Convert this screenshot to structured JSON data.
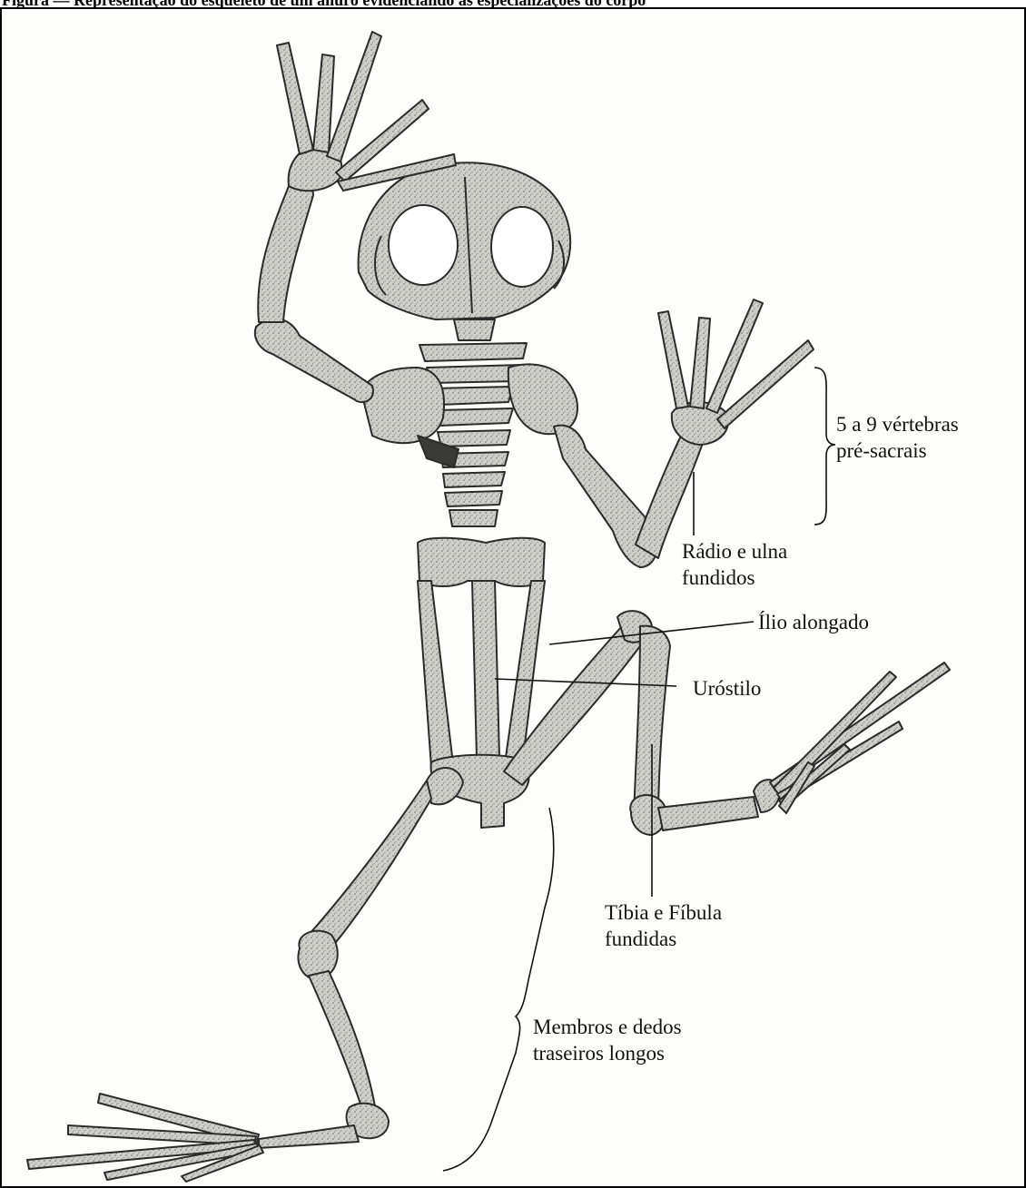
{
  "caption": "Figura — Representação do esqueleto de um anuro evidenciando as especializações do corpo",
  "labels": {
    "vertebras": [
      "5 a 9 vértebras",
      "pré-sacrais"
    ],
    "radio_ulna": [
      "Rádio e ulna",
      "fundidos"
    ],
    "ilio": "Ílio alongado",
    "urostilo": "Uróstilo",
    "tibia_fibula": [
      "Tíbia e Fíbula",
      "fundidas"
    ],
    "membros": [
      "Membros e dedos",
      "traseiros longos"
    ]
  },
  "colors": {
    "bone_fill": "#c9c9c4",
    "bone_stroke": "#2b2b2b",
    "frame": "#000000",
    "text": "#111111"
  }
}
